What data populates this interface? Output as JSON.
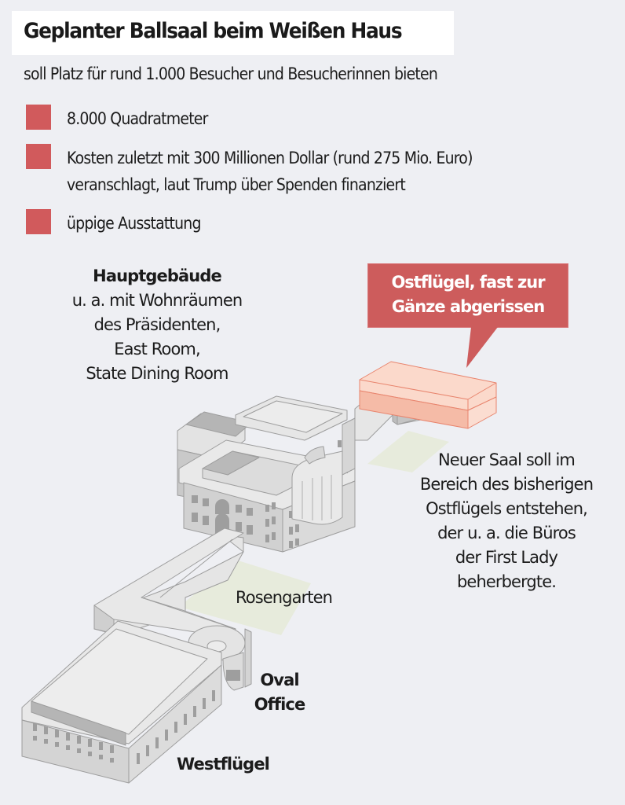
{
  "header": {
    "title": "Geplanter Ballsaal beim Weißen Haus",
    "subtitle": "soll Platz für rund 1.000 Besucher und Besucherinnen bieten"
  },
  "legend": {
    "swatch_color": "#d15a5c",
    "items": [
      {
        "text": "8.000 Quadratmeter"
      },
      {
        "text": "Kosten zuletzt mit 300 Millionen Dollar (rund 275 Mio. Euro)",
        "text2": "veranschlagt, laut Trump über Spenden finanziert"
      },
      {
        "text": "üppige Ausstattung"
      }
    ]
  },
  "labels": {
    "main_building": {
      "title": "Hauptgebäude",
      "lines": [
        "u. a. mit Wohnräumen",
        "des Präsidenten,",
        "East Room,",
        "State Dining Room"
      ]
    },
    "callout": {
      "text": "Ostflügel, fast zur\nGänze abgerissen",
      "color": "#cd5c5c"
    },
    "new_hall": {
      "lines": [
        "Neuer Saal soll im",
        "Bereich des bisherigen",
        "Ostflügels entstehen,",
        "der u. a. die Büros",
        "der First Lady",
        "beherbergte."
      ]
    },
    "rose_garden": "Rosengarten",
    "oval_office": [
      "Oval",
      "Office"
    ],
    "west_wing": "Westflügel"
  },
  "colors": {
    "background": "#eeeff3",
    "building_light": "#e6e6e6",
    "building_mid": "#cfcfcf",
    "building_dark": "#a9a9a9",
    "east_wing_fill": "#f7c4b2",
    "east_wing_stroke": "#e8846d",
    "garden": "#e7ebdc"
  }
}
